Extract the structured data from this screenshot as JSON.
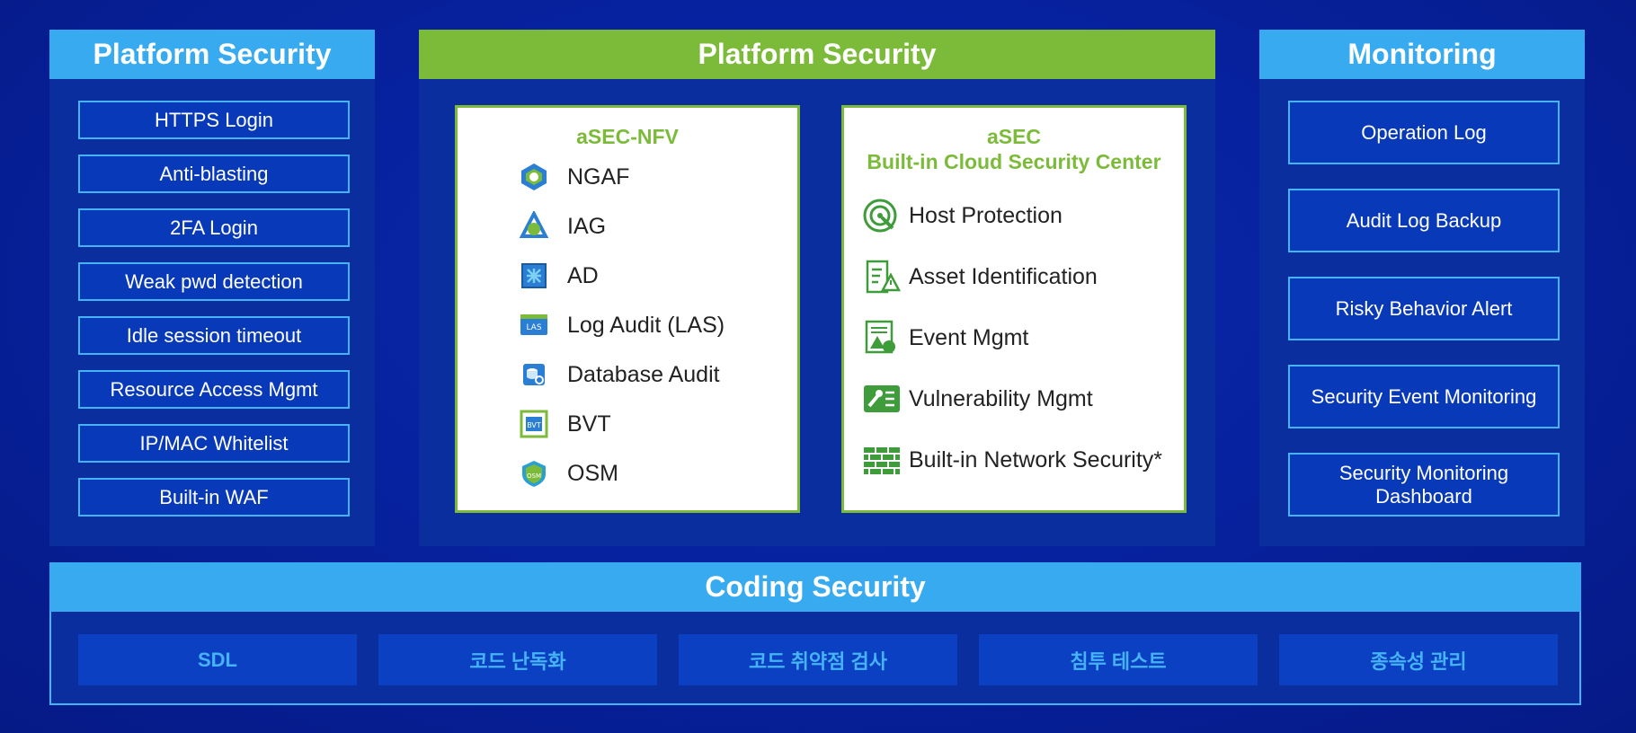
{
  "left_panel": {
    "title": "Platform Security",
    "items": [
      "HTTPS Login",
      "Anti-blasting",
      "2FA Login",
      "Weak pwd detection",
      "Idle session timeout",
      "Resource Access Mgmt",
      "IP/MAC Whitelist",
      "Built-in WAF"
    ]
  },
  "center_panel": {
    "title": "Platform Security",
    "nfv": {
      "title": "aSEC-NFV",
      "items": [
        {
          "label": "NGAF",
          "icon": "ngaf-icon"
        },
        {
          "label": "IAG",
          "icon": "iag-icon"
        },
        {
          "label": "AD",
          "icon": "ad-icon"
        },
        {
          "label": "Log Audit (LAS)",
          "icon": "las-icon"
        },
        {
          "label": "Database Audit",
          "icon": "database-audit-icon"
        },
        {
          "label": "BVT",
          "icon": "bvt-icon"
        },
        {
          "label": "OSM",
          "icon": "osm-icon"
        }
      ],
      "icon_text": {
        "las": "LAS",
        "bvt": "BVT",
        "osm": "OSM"
      }
    },
    "cloud": {
      "title_line1": "aSEC",
      "title_line2": "Built-in Cloud Security Center",
      "items": [
        {
          "label": "Host Protection",
          "icon": "host-protection-icon"
        },
        {
          "label": "Asset Identification",
          "icon": "asset-identification-icon"
        },
        {
          "label": "Event Mgmt",
          "icon": "event-mgmt-icon"
        },
        {
          "label": "Vulnerability Mgmt",
          "icon": "vulnerability-mgmt-icon"
        },
        {
          "label": "Built-in Network Security*",
          "icon": "firewall-icon"
        }
      ]
    }
  },
  "right_panel": {
    "title": "Monitoring",
    "items": [
      "Operation Log",
      "Audit Log Backup",
      "Risky Behavior Alert",
      "Security Event Monitoring",
      "Security Monitoring Dashboard"
    ]
  },
  "bottom_panel": {
    "title": "Coding Security",
    "items": [
      "SDL",
      "코드 난독화",
      "코드 취약점 검사",
      "침투 테스트",
      "종속성 관리"
    ]
  },
  "colors": {
    "background": "#0722a0",
    "panel": "#0a2e9e",
    "header_blue": "#38aaf0",
    "header_green": "#7cbb3a",
    "item_border": "#45b3f5",
    "accent_green": "#7cbb3a"
  }
}
